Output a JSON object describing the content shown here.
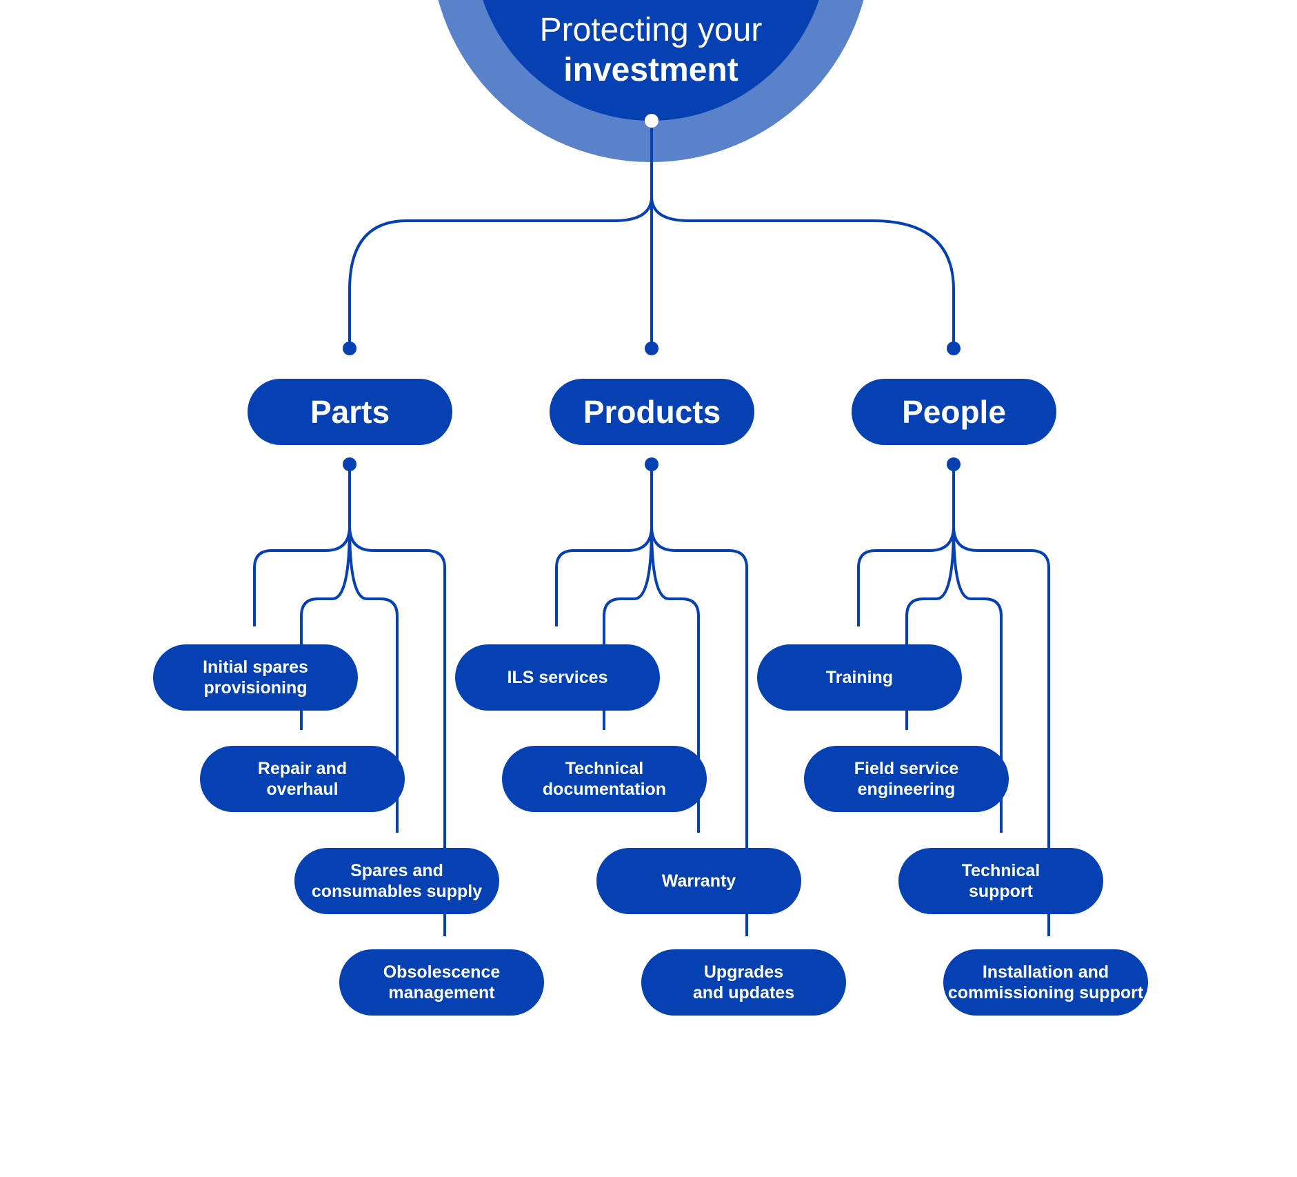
{
  "hub": {
    "line1": "Protecting your",
    "line2": "investment"
  },
  "colors": {
    "primary": "#0641b3",
    "ring": "#5a82cb",
    "background": "#ffffff"
  },
  "categories": [
    {
      "name": "Parts",
      "items": [
        "Initial spares\nprovisioning",
        "Repair and\noverhaul",
        "Spares and\nconsumables supply",
        "Obsolescence\nmanagement"
      ]
    },
    {
      "name": "Products",
      "items": [
        "ILS services",
        "Technical\ndocumentation",
        "Warranty",
        "Upgrades\nand updates"
      ]
    },
    {
      "name": "People",
      "items": [
        "Training",
        "Field service\nengineering",
        "Technical\nsupport",
        "Installation and\ncommissioning support"
      ]
    }
  ]
}
